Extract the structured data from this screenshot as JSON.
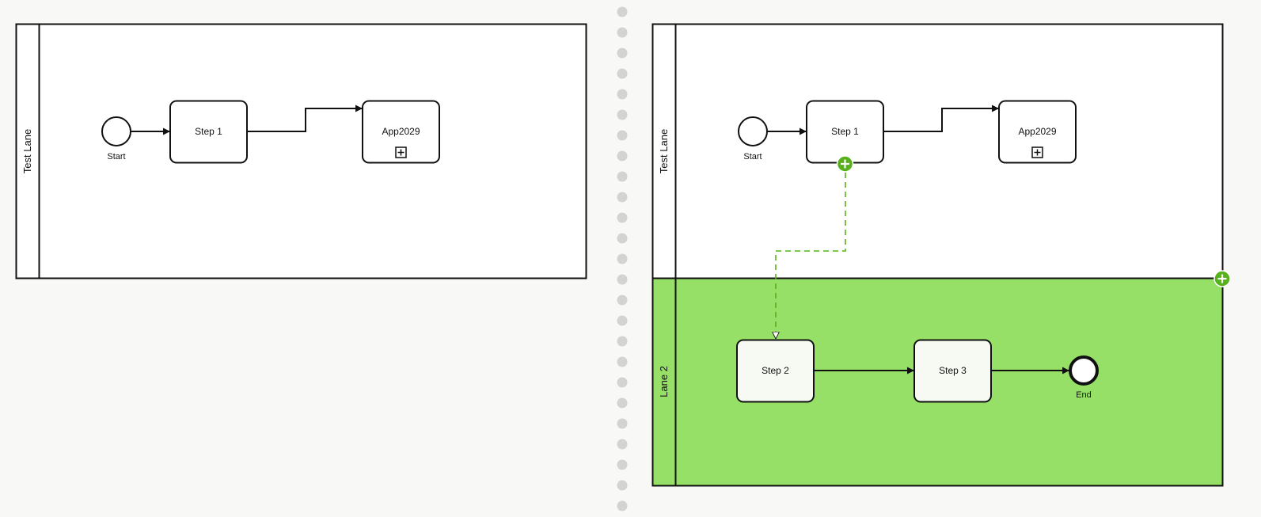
{
  "colors": {
    "background": "#f8f8f6",
    "stroke": "#111111",
    "lane_highlight": "#96e067",
    "connect_handle": "#56b11a",
    "task_fill_highlighted": "#f6faf3",
    "separator_dots": "#d3d3d3"
  },
  "left_diagram": {
    "lane_label": "Test Lane",
    "start_label": "Start",
    "task1_label": "Step 1",
    "subprocess_label": "App2029"
  },
  "right_diagram": {
    "lane1_label": "Test Lane",
    "lane2_label": "Lane 2",
    "start_label": "Start",
    "task1_label": "Step 1",
    "subprocess_label": "App2029",
    "task2_label": "Step 2",
    "task3_label": "Step 3",
    "end_label": "End"
  },
  "icons": {
    "subprocess_marker": "plus-square-icon",
    "add_handle": "plus-circle-icon"
  }
}
